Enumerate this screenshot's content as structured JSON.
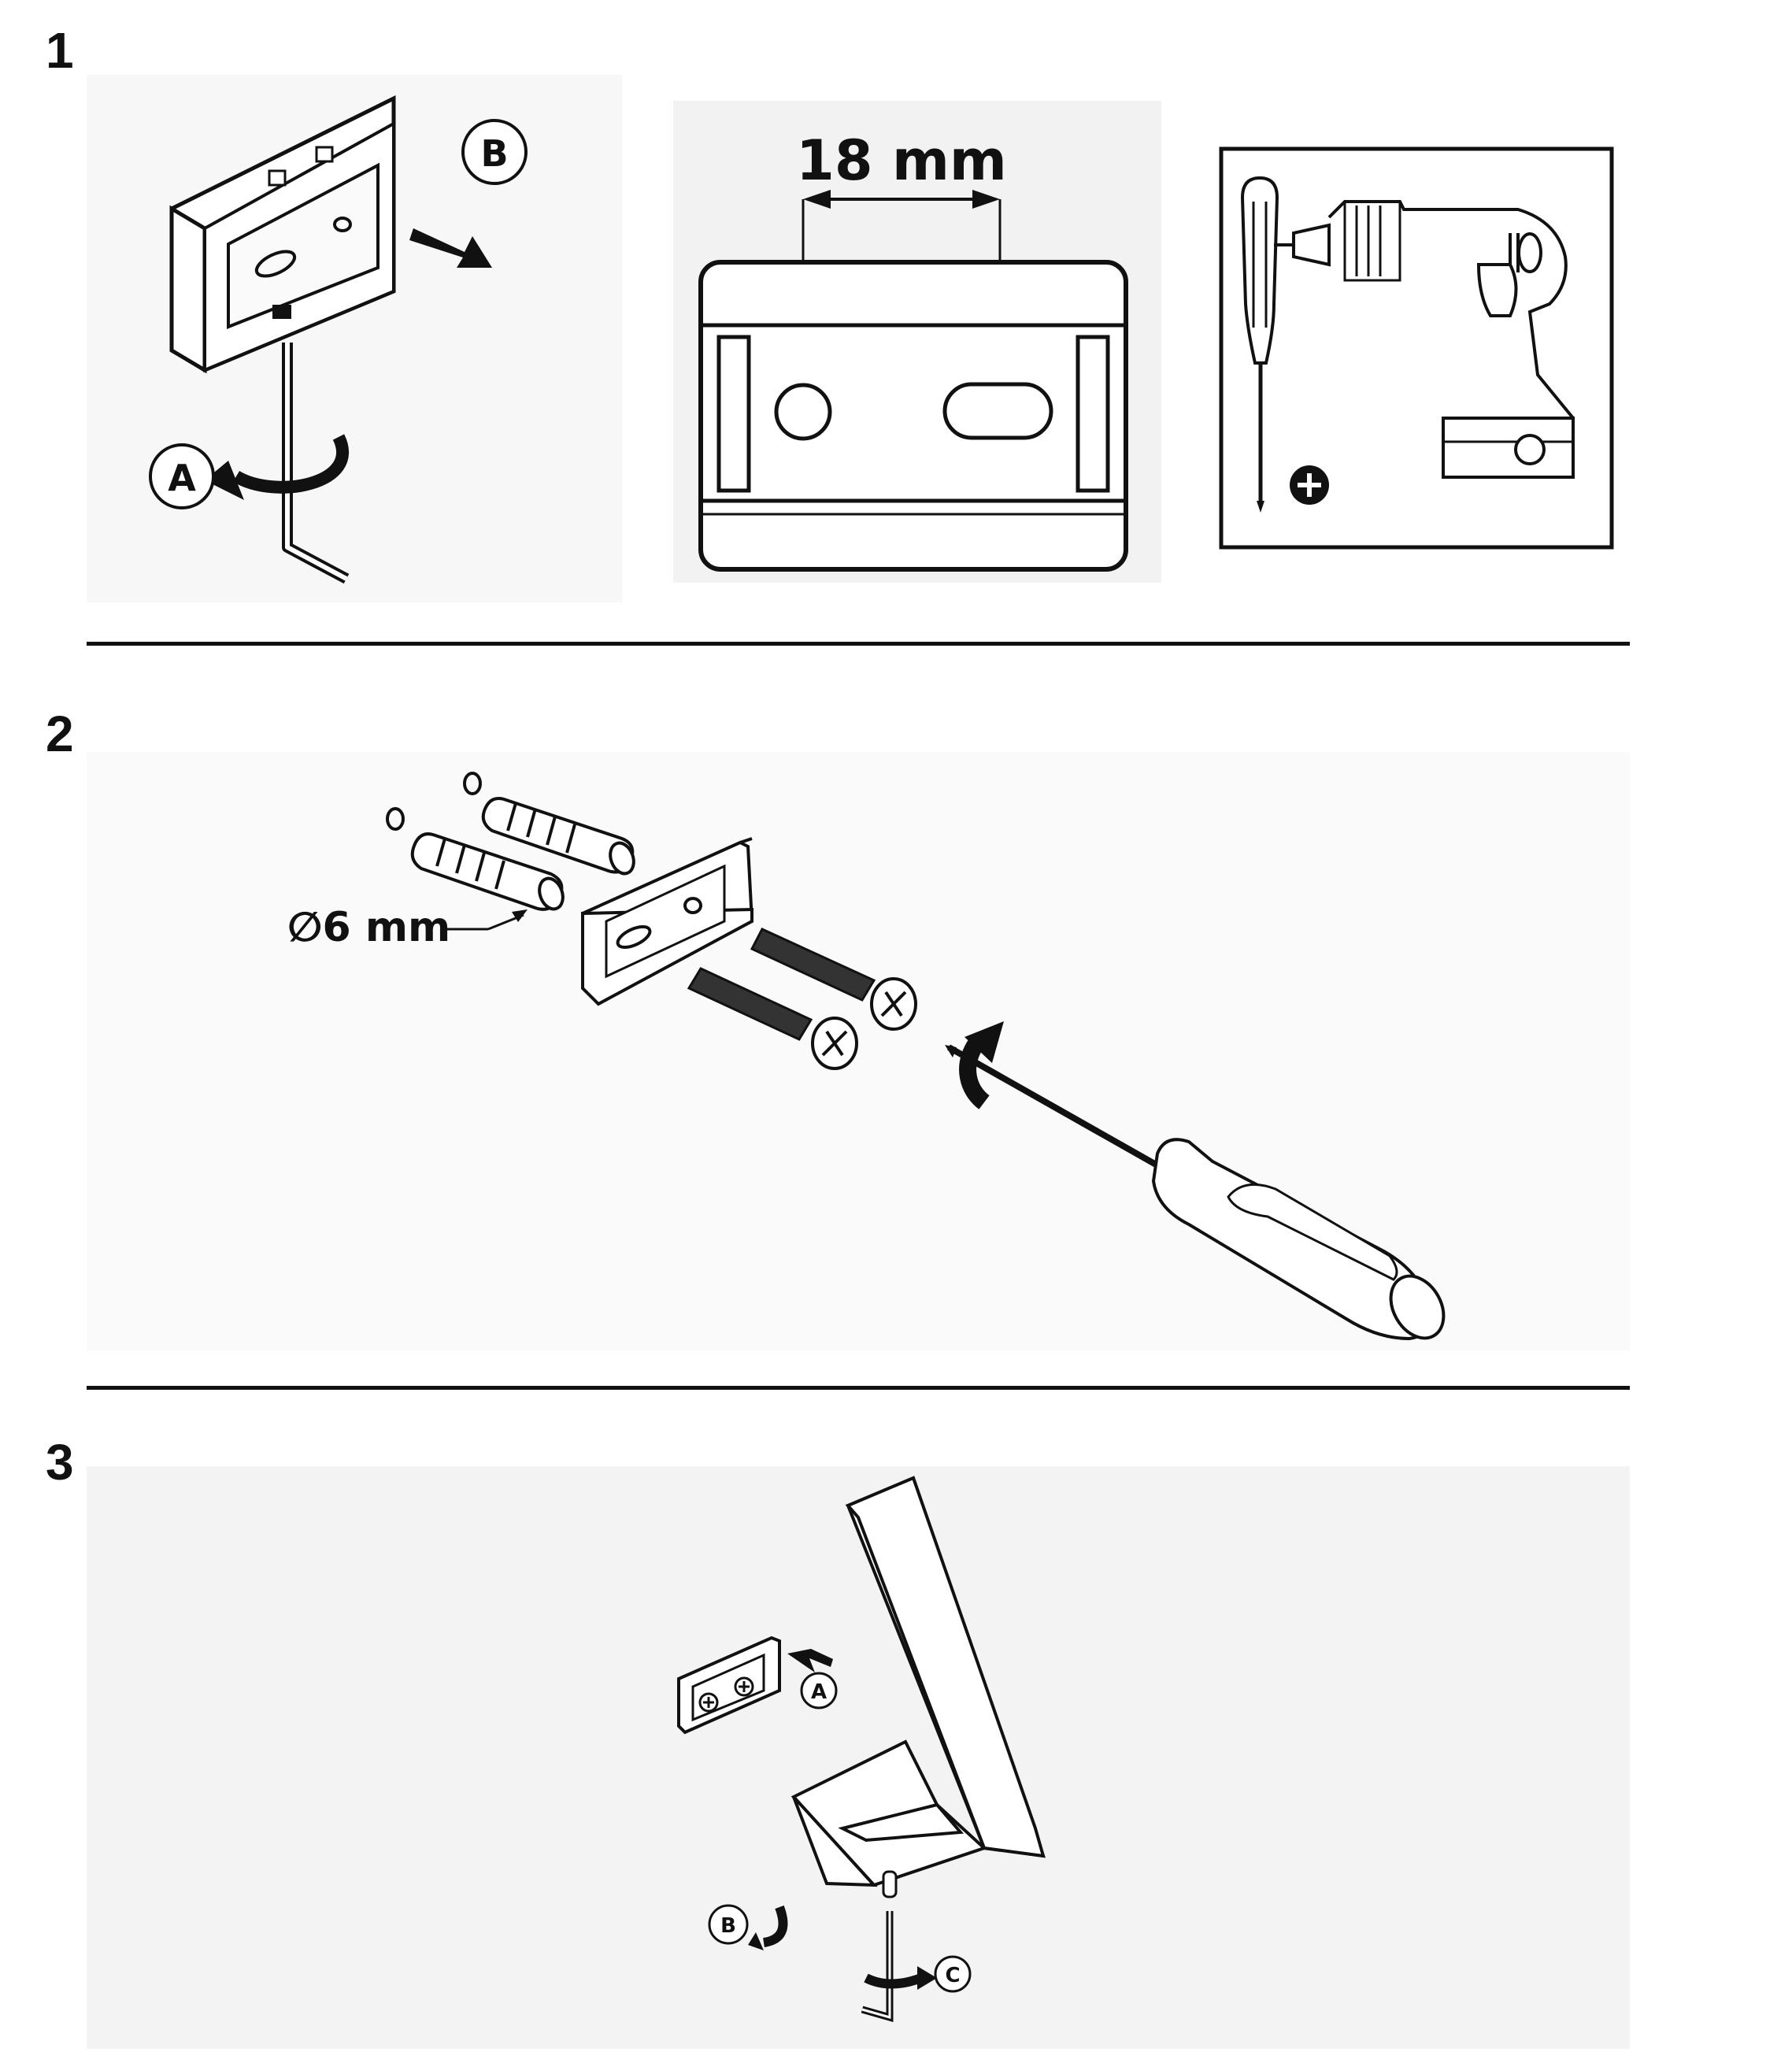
{
  "steps": [
    {
      "number": "1"
    },
    {
      "number": "2"
    },
    {
      "number": "3"
    }
  ],
  "step1": {
    "bracket_callouts": {
      "a": "A",
      "b": "B"
    },
    "spacing_label": "18 mm",
    "tools_panel": {
      "tools": [
        "screwdriver-icon",
        "drill-icon",
        "phillips-icon"
      ]
    }
  },
  "step2": {
    "anchor_diameter_label": "∅6 mm"
  },
  "step3": {
    "callouts": {
      "a": "A",
      "b": "B",
      "c": "C"
    }
  }
}
